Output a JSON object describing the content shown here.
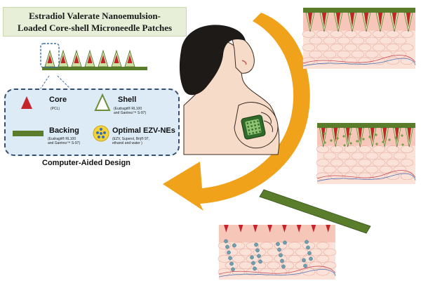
{
  "title": {
    "line1": "Estradiol Valerate Nanoemulsion-",
    "line2": "Loaded Core-shell Microneedle Patches"
  },
  "legend": {
    "core": {
      "label": "Core",
      "sub": "(PCL)"
    },
    "shell": {
      "label": "Shell",
      "sub1": "(Eudragit® RL100",
      "sub2": "and Gantrez™ S-97)"
    },
    "backing": {
      "label": "Backing",
      "sub1": "(Eudragit® RL100",
      "sub2": "and Gantrez™ S-97)"
    },
    "nanoemulsion": {
      "label": "Optimal EZV-NEs",
      "sub1": "(EZV, Superol, Brij® 97,",
      "sub2": "ethanol and water )"
    }
  },
  "caption": "Computer-Aided Design",
  "colors": {
    "core": "#c4242a",
    "shell": "#cfe2a6",
    "backing": "#5a7d2b",
    "skin": "#f6c6b8",
    "dermis": "#fbe2d8",
    "arrow": "#f0a21b",
    "legend_bg": "#dcebf6",
    "droplet": "#6e9faf"
  },
  "icons": [
    "woman-figure",
    "patch-on-arm",
    "circular-arrow",
    "skin-cross-section",
    "peeled-backing"
  ]
}
